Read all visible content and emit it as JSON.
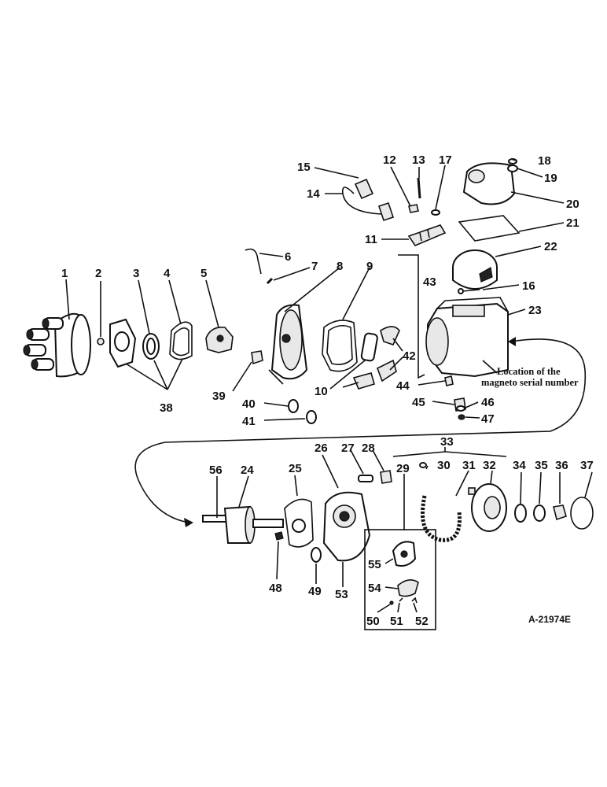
{
  "labels": {
    "l1": "1",
    "l2": "2",
    "l3": "3",
    "l4": "4",
    "l5": "5",
    "l6": "6",
    "l7": "7",
    "l8": "8",
    "l9": "9",
    "l10": "10",
    "l11": "11",
    "l12": "12",
    "l13": "13",
    "l14": "14",
    "l15": "15",
    "l16": "16",
    "l17": "17",
    "l18": "18",
    "l19": "19",
    "l20": "20",
    "l21": "21",
    "l22": "22",
    "l23": "23",
    "l24": "24",
    "l25": "25",
    "l26": "26",
    "l27": "27",
    "l28": "28",
    "l29": "29",
    "l30": "30",
    "l31": "31",
    "l32": "32",
    "l33": "33",
    "l34": "34",
    "l35": "35",
    "l36": "36",
    "l37": "37",
    "l38": "38",
    "l39": "39",
    "l40": "40",
    "l41": "41",
    "l42": "42",
    "l43": "43",
    "l44": "44",
    "l45": "45",
    "l46": "46",
    "l47": "47",
    "l48": "48",
    "l49": "49",
    "l50": "50",
    "l51": "51",
    "l52": "52",
    "l53": "53",
    "l54": "54",
    "l55": "55",
    "l56": "56"
  },
  "note": {
    "line1": "Location of the",
    "line2": "magneto serial number"
  },
  "figure_code": "A-21974E"
}
